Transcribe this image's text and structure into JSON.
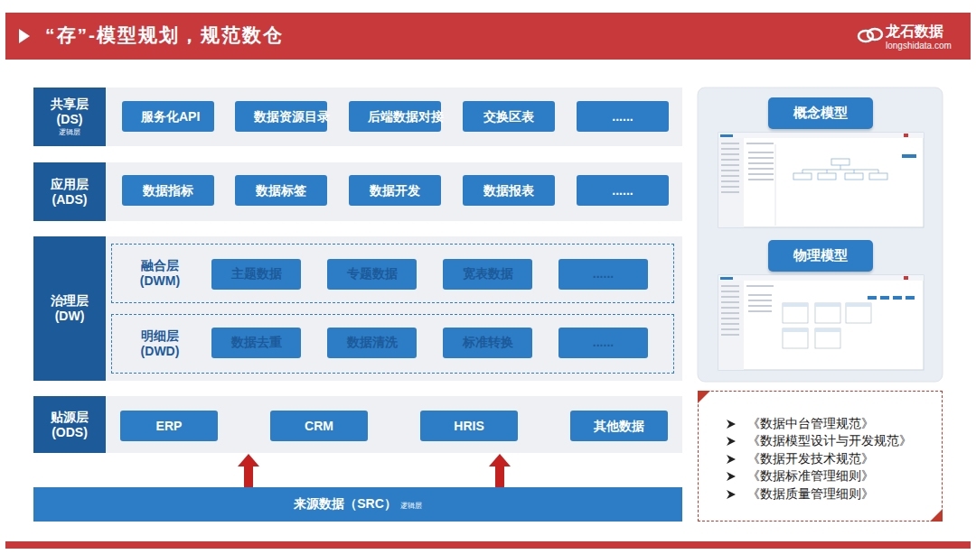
{
  "diagram": {
    "title": "“存”-模型规划，规范数仓",
    "nodes": [
      {
        "text": [
          "共享层 (DS)",
          "逻辑层"
        ]
      },
      {
        "text": [
          "服务化API"
        ],
        "in": 0
      },
      {
        "text": [
          "数据资源目录"
        ],
        "in": 0
      },
      {
        "text": [
          "后端数据对接"
        ],
        "in": 0
      },
      {
        "text": [
          "交换区表"
        ],
        "in": 0
      },
      {
        "text": [
          "......"
        ],
        "in": 0
      },
      {
        "text": [
          "应用层 (ADS)"
        ]
      },
      {
        "text": [
          "数据指标"
        ],
        "in": 6
      },
      {
        "text": [
          "数据标签"
        ],
        "in": 6
      },
      {
        "text": [
          "数据开发"
        ],
        "in": 6
      },
      {
        "text": [
          "数据报表"
        ],
        "in": 6
      },
      {
        "text": [
          "......"
        ],
        "in": 6
      },
      {
        "text": [
          "治理层 (DW)"
        ]
      },
      {
        "text": [
          "融合层 (DWM)"
        ],
        "in": 12
      },
      {
        "text": [
          "主题数据"
        ],
        "in": 13
      },
      {
        "text": [
          "专题数据"
        ],
        "in": 13
      },
      {
        "text": [
          "宽表数据"
        ],
        "in": 13
      },
      {
        "text": [
          "......"
        ],
        "in": 13
      },
      {
        "text": [
          "明细层 (DWD)"
        ],
        "in": 12
      },
      {
        "text": [
          "数据去重"
        ],
        "in": 18
      },
      {
        "text": [
          "数据清洗"
        ],
        "in": 18
      },
      {
        "text": [
          "标准转换"
        ],
        "in": 18
      },
      {
        "text": [
          "......"
        ],
        "in": 18
      },
      {
        "text": [
          "贴源层 (ODS)"
        ]
      },
      {
        "text": [
          "ERP"
        ],
        "in": 23
      },
      {
        "text": [
          "CRM"
        ],
        "in": 23
      },
      {
        "text": [
          "HRIS"
        ],
        "in": 23
      },
      {
        "text": [
          "其他数据"
        ],
        "in": 23
      },
      {
        "text": [
          "来源数据（SRC）",
          "逻辑层"
        ]
      },
      {
        "text": [
          "概念模型"
        ]
      },
      {
        "text": [
          "物理模型"
        ]
      },
      {
        "text": [
          "《数据中台管理规范》",
          "《数据模型设计与开发规范》",
          "《数据开发技术规范》",
          "《数据标准管理细则》",
          "《数据质量管理细则》"
        ]
      }
    ],
    "edges": [
      {
        "from": 28,
        "to": 23,
        "arrow": "to"
      },
      {
        "from": 28,
        "to": 23,
        "arrow": "to"
      }
    ],
    "labels": [
      "龙石数据",
      "longshidata.com"
    ]
  }
}
